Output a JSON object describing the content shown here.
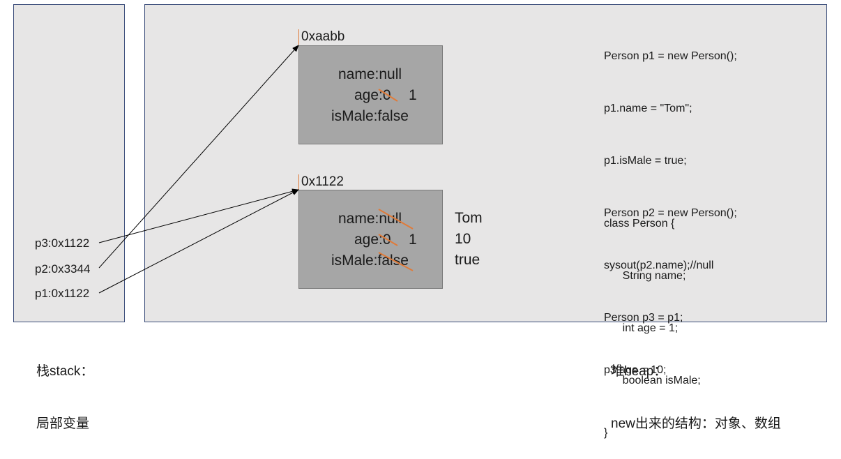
{
  "stack": {
    "caption_line1": "栈stack：",
    "caption_line2": "局部变量",
    "vars": [
      "p3:0x1122",
      "p2:0x3344",
      "p1:0x1122"
    ]
  },
  "heap": {
    "caption_line1": "堆heap：",
    "caption_line2": "new出来的结构：对象、数组"
  },
  "object1": {
    "address": "0xaabb",
    "name": "name:null",
    "age": "age:0",
    "age_new": "1",
    "isMale": "isMale:false"
  },
  "object2": {
    "address": "0x1122",
    "name": "name:null",
    "age": "age:0",
    "age_new": "1",
    "isMale": "isMale:false",
    "name_new": "Tom",
    "age_new2": "10",
    "isMale_new": "true"
  },
  "code_top": [
    "Person p1 = new Person();",
    "p1.name = \"Tom\";",
    "p1.isMale = true;",
    "Person p2 = new Person();",
    "sysout(p2.name);//null",
    "Person p3 = p1;",
    "p3.age = 10;"
  ],
  "code_class": [
    "class Person {",
    "      String name;",
    "      int age = 1;",
    "      boolean isMale;",
    "}"
  ],
  "colors": {
    "panel": "#e7e6e6",
    "object": "#a6a6a6",
    "strike": "#e07b39",
    "border": "#3b4d7a"
  }
}
